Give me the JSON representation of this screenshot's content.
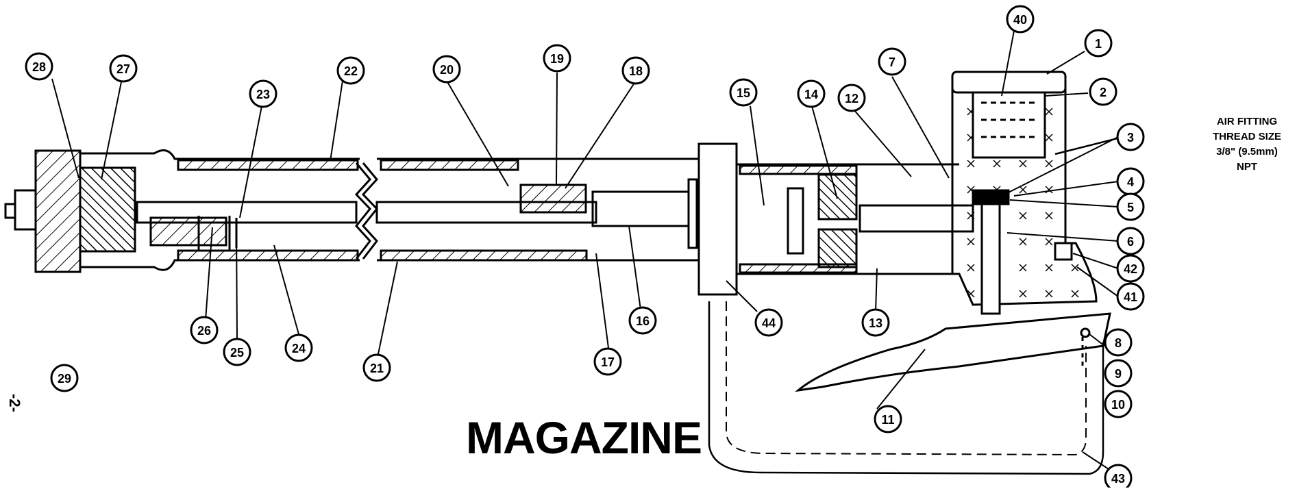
{
  "title": "MAGAZINE",
  "page_number": "-2-",
  "note": [
    "AIR FITTING",
    "THREAD SIZE",
    "3/8\" (9.5mm)",
    "NPT"
  ],
  "callouts": [
    "28",
    "27",
    "22",
    "23",
    "20",
    "19",
    "18",
    "15",
    "14",
    "12",
    "7",
    "40",
    "1",
    "2",
    "3",
    "4",
    "5",
    "6",
    "42",
    "41",
    "8",
    "9",
    "10",
    "43",
    "11",
    "13",
    "44",
    "16",
    "17",
    "21",
    "24",
    "25",
    "26",
    "29"
  ],
  "colors": {
    "ink": "#000000",
    "paper": "#ffffff"
  }
}
